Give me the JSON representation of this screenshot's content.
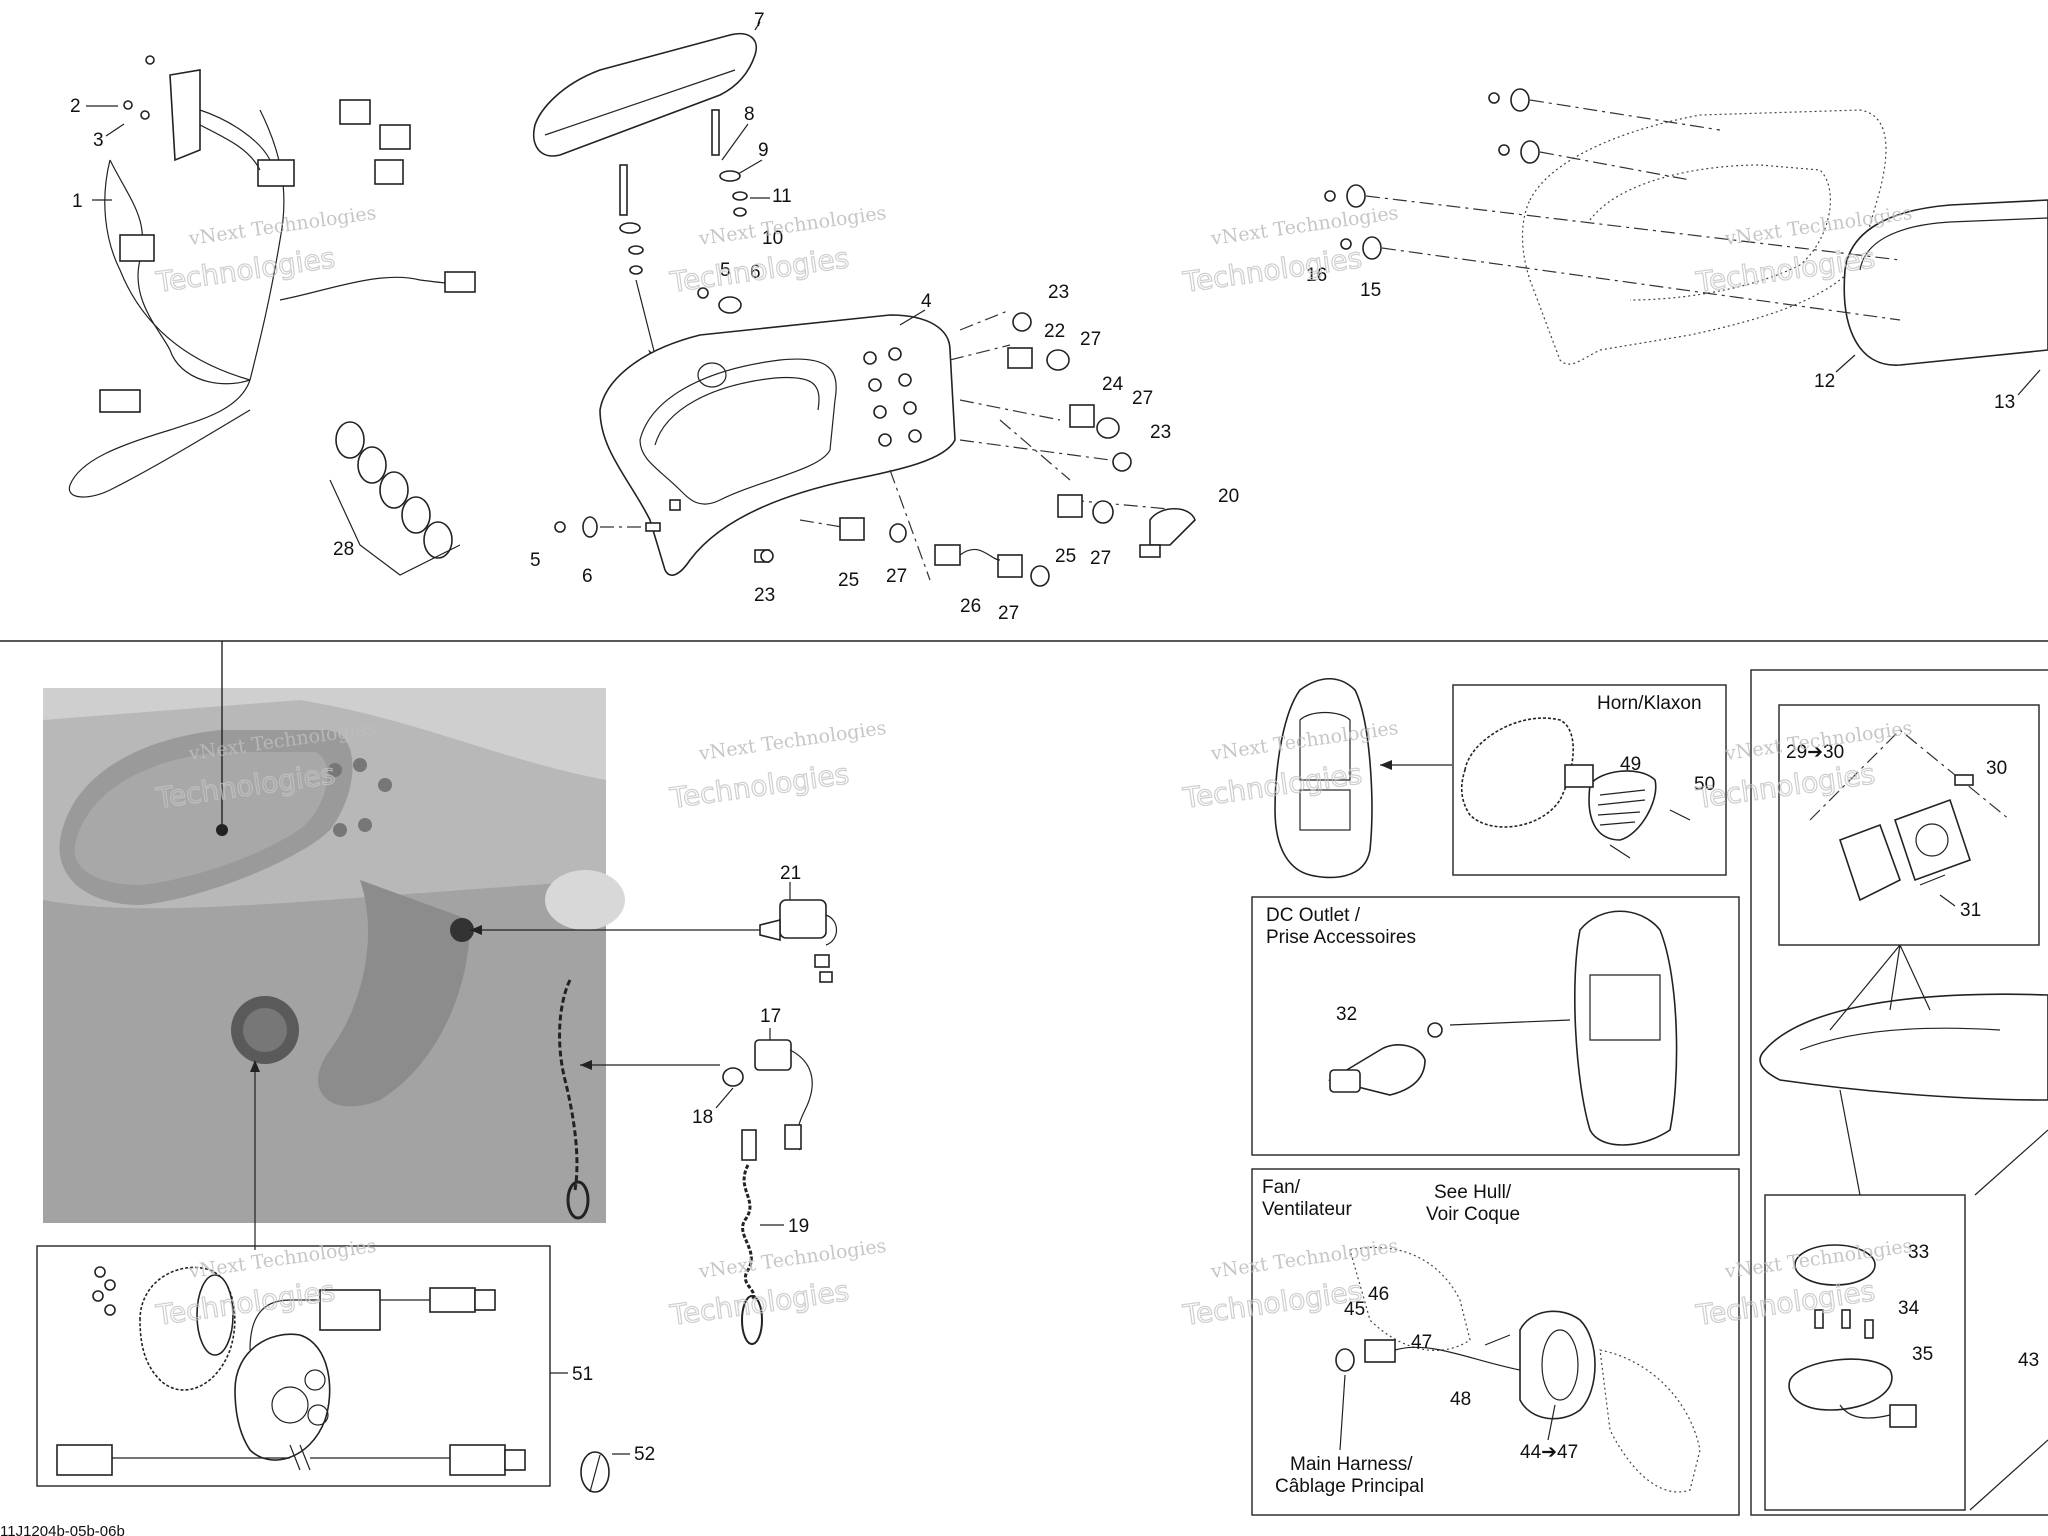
{
  "drawing_ref": "11J1204b-05b-06b",
  "watermark": {
    "small": "vNext Technologies",
    "big": "Technologies",
    "top": "vNext"
  },
  "boxes": {
    "horn": "Horn/Klaxon",
    "dc_outlet_line1": "DC Outlet /",
    "dc_outlet_line2": "Prise Accessoires",
    "fan_line1": "Fan/",
    "fan_line2": "Ventilateur",
    "see_hull_line1": "See Hull/",
    "see_hull_line2": "Voir Coque",
    "main_harness_line1": "Main Harness/",
    "main_harness_line2": "Câblage Principal"
  },
  "callouts": {
    "c1": "1",
    "c2": "2",
    "c3": "3",
    "c4": "4",
    "c5a": "5",
    "c5b": "5",
    "c6a": "6",
    "c6b": "6",
    "c7": "7",
    "c8": "8",
    "c9": "9",
    "c10": "10",
    "c11": "11",
    "c12": "12",
    "c13": "13",
    "c15": "15",
    "c16": "16",
    "c17": "17",
    "c18": "18",
    "c19": "19",
    "c20": "20",
    "c21": "21",
    "c22": "22",
    "c23a": "23",
    "c23b": "23",
    "c23c": "23",
    "c24": "24",
    "c25a": "25",
    "c25b": "25",
    "c26": "26",
    "c27a": "27",
    "c27b": "27",
    "c27c": "27",
    "c27d": "27",
    "c27e": "27",
    "c28": "28",
    "c29_30": "29➔30",
    "c30": "30",
    "c31": "31",
    "c32": "32",
    "c33": "33",
    "c34": "34",
    "c35": "35",
    "c43": "43",
    "c44_47": "44➔47",
    "c45": "45",
    "c46": "46",
    "c47": "47",
    "c48": "48",
    "c49": "49",
    "c50": "50",
    "c51": "51",
    "c52": "52"
  }
}
